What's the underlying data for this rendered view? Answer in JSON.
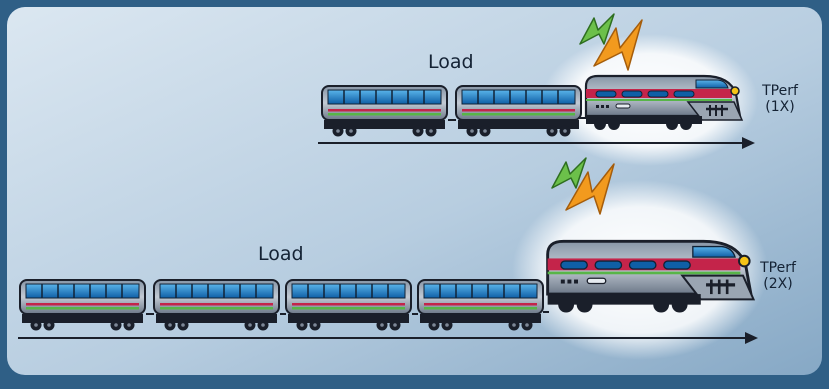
{
  "top_row": {
    "load_label": "Load",
    "engine_label_line1": "TPerf",
    "engine_label_line2": "(1X)",
    "car_count": 2
  },
  "bottom_row": {
    "load_label": "Load",
    "engine_label_line1": "TPerf",
    "engine_label_line2": "(2X)",
    "car_count": 4
  },
  "colors": {
    "panel_light": "#d3e2ee",
    "panel_dark": "#88a9c6",
    "frame": "#2f5f86",
    "window_blue": "#1a78c6",
    "stripe_red": "#c4244a",
    "stripe_green": "#58b548",
    "bolt_green": "#6cc04a",
    "bolt_orange": "#f29a1e",
    "lamp_yellow": "#f6c417"
  }
}
